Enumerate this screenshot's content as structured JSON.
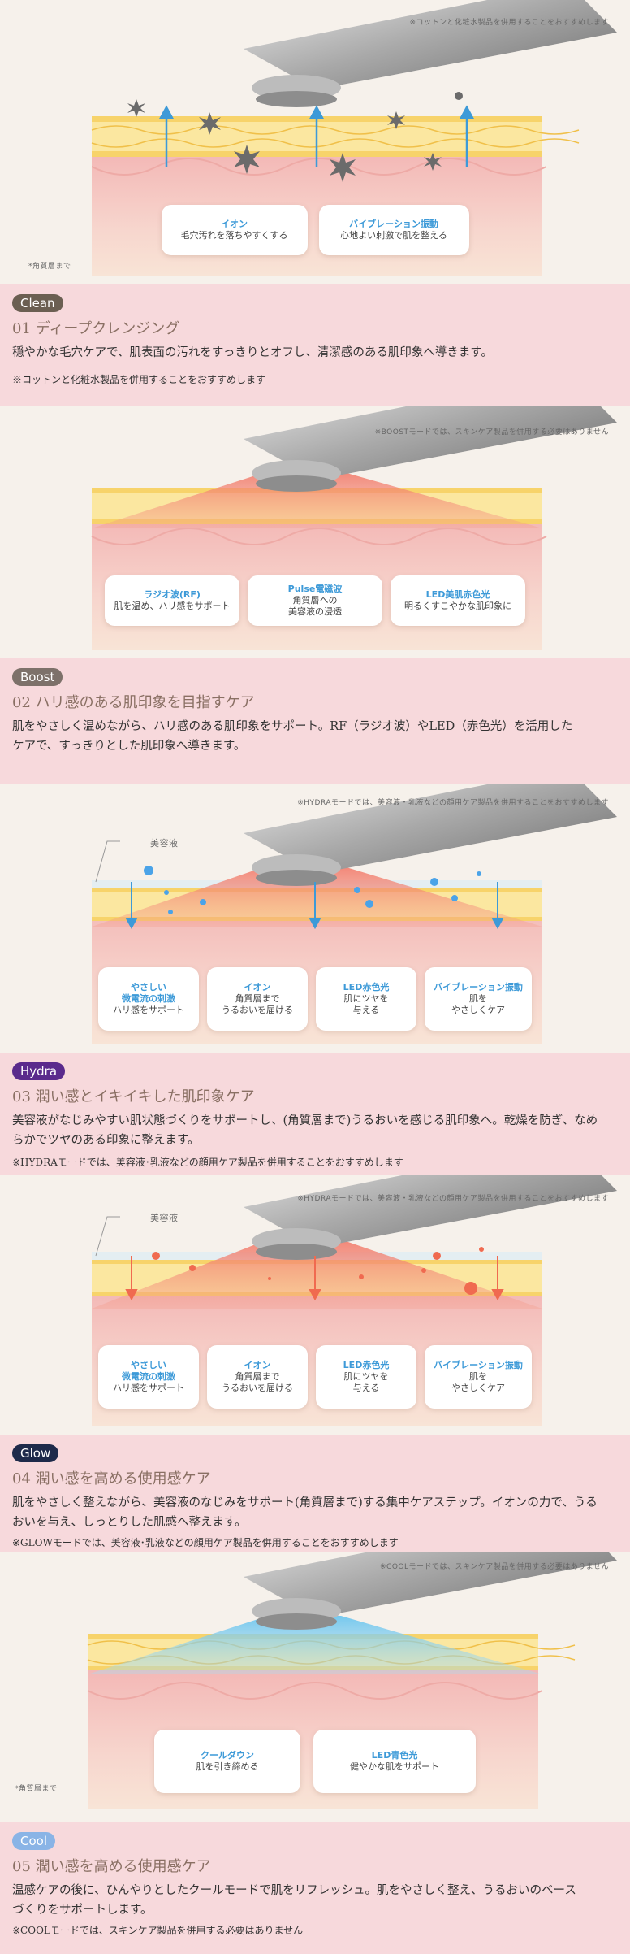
{
  "sections": [
    {
      "note_top": "※コットンと化粧水製品を併用することをおすすめします",
      "note_bottom": "*角質層まで",
      "cards": [
        {
          "title": "イオン",
          "desc": "毛穴汚れを落ちやすくする"
        },
        {
          "title": "バイブレーション振動",
          "desc": "心地よい刺激で肌を整える"
        }
      ],
      "badge": "Clean",
      "badge_color": "#6b5f52",
      "heading": "01 ディープクレンジング",
      "body": "穏やかな毛穴ケアで、肌表面の汚れをすっきりとオフし、清潔感のある肌印象へ導きます。",
      "caution": "※コットンと化粧水製品を併用することをおすすめします"
    },
    {
      "note_top": "※BOOSTモードでは、スキンケア製品を併用する必要はありません",
      "cards": [
        {
          "title": "ラジオ波(RF)",
          "desc": "肌を温め、ハリ感をサポート"
        },
        {
          "title": "Pulse電磁波",
          "desc": "角質層への\n美容液の浸透"
        },
        {
          "title": "LED美肌赤色光",
          "desc": "明るくすこやかな肌印象に"
        }
      ],
      "badge": "Boost",
      "badge_color": "#7d716a",
      "heading": "02 ハリ感のある肌印象を目指すケア",
      "body": "肌をやさしく温めながら、ハリ感のある肌印象をサポート。RF（ラジオ波）やLED（赤色光）を活用したケアで、すっきりとした肌印象へ導きます。"
    },
    {
      "note_top": "※HYDRAモードでは、美容液・乳液などの顔用ケア製品を併用することをおすすめします",
      "serum_label": "美容液",
      "cards": [
        {
          "title": "やさしい\n微電流の刺激",
          "desc": "ハリ感をサポート"
        },
        {
          "title": "イオン",
          "desc": "角質層まで\nうるおいを届ける"
        },
        {
          "title": "LED赤色光",
          "desc": "肌にツヤを\n与える"
        },
        {
          "title": "バイブレーション振動",
          "desc": "肌を\nやさしくケア"
        }
      ],
      "badge": "Hydra",
      "badge_color": "#5a2a8c",
      "heading": "03 潤い感とイキイキした肌印象ケア",
      "body": "美容液がなじみやすい肌状態づくりをサポートし、(角質層まで)うるおいを感じる肌印象へ。乾燥を防ぎ、なめらかでツヤのある印象に整えます。",
      "caution": "※HYDRAモードでは、美容液･乳液などの顔用ケア製品を併用することをおすすめします"
    },
    {
      "note_top": "※HYDRAモードでは、美容液・乳液などの顔用ケア製品を併用することをおすすめします",
      "serum_label": "美容液",
      "cards": [
        {
          "title": "やさしい\n微電流の刺激",
          "desc": "ハリ感をサポート"
        },
        {
          "title": "イオン",
          "desc": "角質層まで\nうるおいを届ける"
        },
        {
          "title": "LED赤色光",
          "desc": "肌にツヤを\n与える"
        },
        {
          "title": "バイブレーション振動",
          "desc": "肌を\nやさしくケア"
        }
      ],
      "badge": "Glow",
      "badge_color": "#1e2a4a",
      "heading": "04 潤い感を高める使用感ケア",
      "body": "肌をやさしく整えながら、美容液のなじみをサポート(角質層まで)する集中ケアステップ。イオンの力で、うるおいを与え、しっとりした肌感へ整えます。",
      "caution": "※GLOWモードでは、美容液･乳液などの顔用ケア製品を併用することをおすすめします"
    },
    {
      "note_top": "※COOLモードでは、スキンケア製品を併用する必要はありません",
      "note_bottom": "*角質層まで",
      "cards": [
        {
          "title": "クールダウン",
          "desc": "肌を引き締める"
        },
        {
          "title": "LED青色光",
          "desc": "健やかな肌をサポート"
        }
      ],
      "badge": "Cool",
      "badge_color": "#8ab4e6",
      "heading": "05 潤い感を高める使用感ケア",
      "body": "温感ケアの後に、ひんやりとしたクールモードで肌をリフレッシュ。肌をやさしく整え、うるおいのベースづくりをサポートします。",
      "caution": "※COOLモードでは、スキンケア製品を併用する必要はありません"
    }
  ]
}
